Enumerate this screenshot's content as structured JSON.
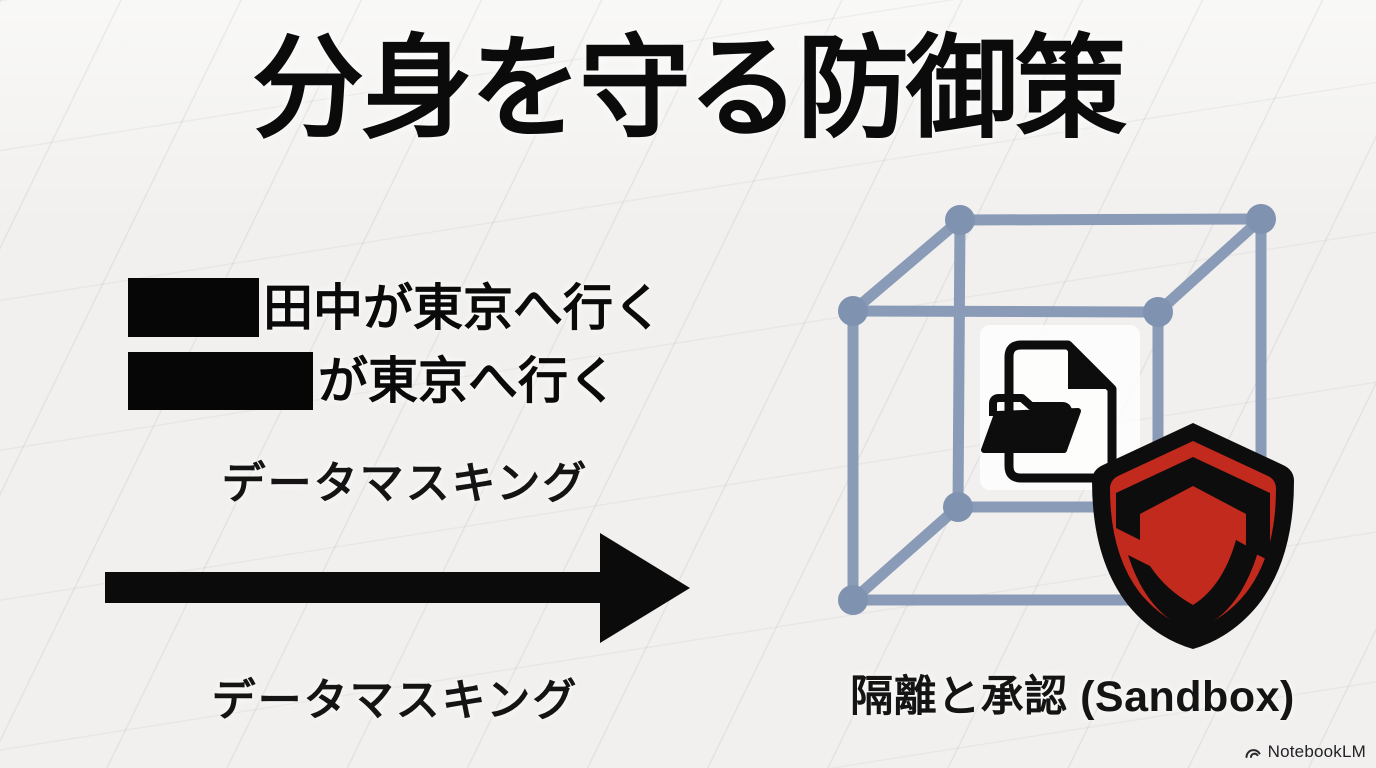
{
  "slide": {
    "title": "分身を守る防御策",
    "masking": {
      "line1_text": "田中が東京へ行く",
      "line2_text": "が東京へ行く",
      "label_top": "データマスキング",
      "label_bottom": "データマスキング"
    },
    "sandbox": {
      "label": "隔離と承認 (Sandbox)"
    },
    "watermark": "NotebookLM",
    "icons": {
      "arrow": "right-arrow",
      "cube": "sandbox-cube-wireframe",
      "document": "document-with-folder",
      "shield": "red-shield-s-logo",
      "watermark_logo": "notebooklm-logo"
    },
    "colors": {
      "background": "#f1f0ee",
      "text": "#0b0b0b",
      "cube_lines": "#8a9bb7",
      "cube_nodes": "#7f92b0",
      "shield_red": "#c22a1d",
      "shield_black": "#0d0d0d"
    }
  }
}
